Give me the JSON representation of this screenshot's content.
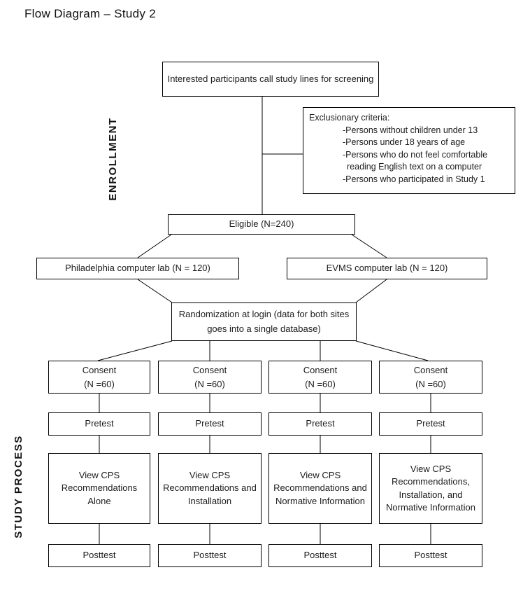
{
  "title": "Flow Diagram – Study 2",
  "labels": {
    "enrollment": "ENROLLMENT",
    "study_process": "STUDY PROCESS"
  },
  "colors": {
    "background": "#ffffff",
    "line": "#000000",
    "text": "#1c1c1c"
  },
  "enrollment": {
    "screening": "Interested participants call study lines for screening",
    "exclusion": {
      "heading": "Exclusionary criteria:",
      "items": [
        "-Persons without children under 13",
        "-Persons under 18 years of age",
        "-Persons who do not feel comfortable reading English text on a computer",
        "-Persons who participated in Study 1"
      ]
    },
    "eligible": "Eligible (N=240)",
    "sites": [
      {
        "label": "Philadelphia computer lab (N = 120)"
      },
      {
        "label": "EVMS computer lab (N = 120)"
      }
    ],
    "randomization": "Randomization at login (data for both sites goes into a single database)"
  },
  "arms": [
    {
      "consent": "Consent\n(N =60)",
      "pretest": "Pretest",
      "intervention": "View CPS Recommendations Alone",
      "posttest": "Posttest"
    },
    {
      "consent": "Consent\n(N =60)",
      "pretest": "Pretest",
      "intervention": "View CPS Recommendations and Installation",
      "posttest": "Posttest"
    },
    {
      "consent": "Consent\n(N =60)",
      "pretest": "Pretest",
      "intervention": "View CPS Recommendations and Normative Information",
      "posttest": "Posttest"
    },
    {
      "consent": "Consent\n(N =60)",
      "pretest": "Pretest",
      "intervention": "View CPS Recommendations, Installation, and Normative Information",
      "posttest": "Posttest"
    }
  ]
}
